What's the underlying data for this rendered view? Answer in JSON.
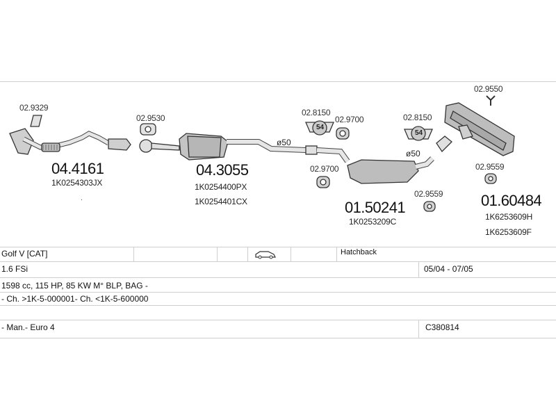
{
  "parts": {
    "p1": {
      "number": "04.4161",
      "oe": [
        "1K0254303JX"
      ]
    },
    "p2": {
      "number": "04.3055",
      "oe": [
        "1K0254400PX",
        "1K0254401CX"
      ]
    },
    "p3": {
      "number": "01.50241",
      "oe": [
        "1K0253209C"
      ]
    },
    "p4": {
      "number": "01.60484",
      "oe": [
        "1K6253609H",
        "1K6253609F"
      ]
    }
  },
  "accessories": {
    "a1": "02.9329",
    "a2": "02.9530",
    "a3": "02.8150",
    "a4": "02.9700",
    "a5": "02.9700",
    "a6": "02.8150",
    "a7": "02.9550",
    "a8": "02.9559",
    "a9": "02.9559"
  },
  "clamp_labels": {
    "c1": "54",
    "c2": "54"
  },
  "diameters": {
    "d1": "ø50",
    "d2": "ø50"
  },
  "vehicle": {
    "model": "Golf V  [CAT]",
    "body": "Hatchback",
    "engine": "1.6 FSi",
    "years": "05/04 - 07/05",
    "spec": "1598 cc, 115 HP, 85 KW M° BLP, BAG -",
    "chassis": "- Ch. >1K-5-000001- Ch. <1K-5-600000",
    "gearbox": "- Man.- Euro 4",
    "code": "C380814"
  },
  "colors": {
    "line": "#cfcfcf",
    "part_stroke": "#333333",
    "part_fill": "#c8c8c8"
  }
}
